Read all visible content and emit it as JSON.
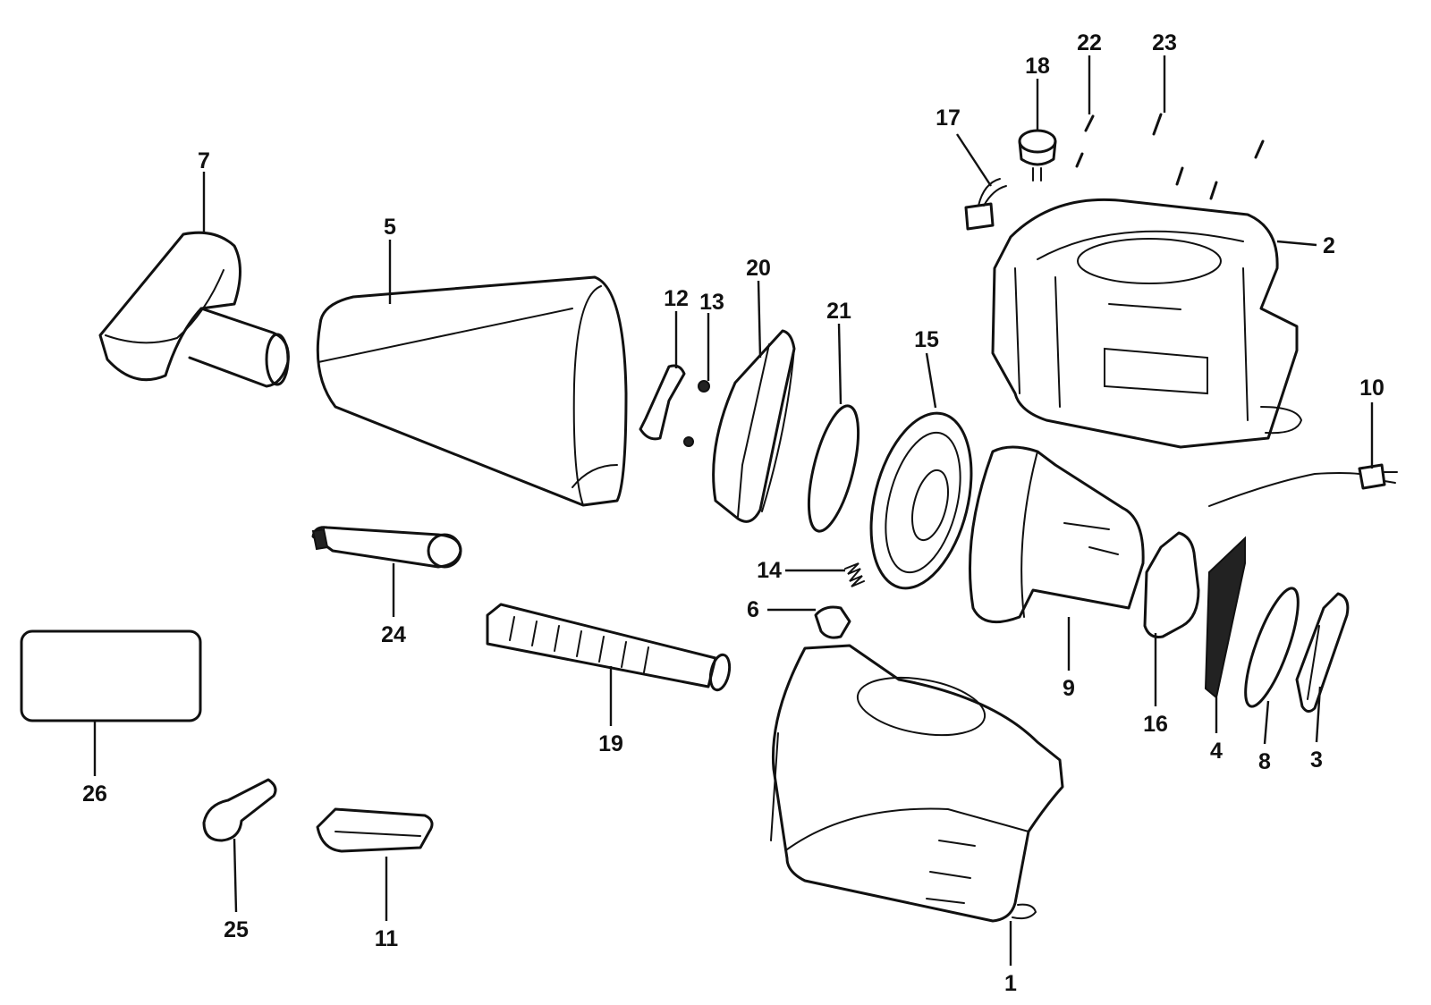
{
  "labels": {
    "p1": "1",
    "p2": "2",
    "p3": "3",
    "p4": "4",
    "p5": "5",
    "p6": "6",
    "p7": "7",
    "p8": "8",
    "p9": "9",
    "p10": "10",
    "p11": "11",
    "p12": "12",
    "p13": "13",
    "p14": "14",
    "p15": "15",
    "p16": "16",
    "p17": "17",
    "p18": "18",
    "p19": "19",
    "p20": "20",
    "p21": "21",
    "p22": "22",
    "p23": "23",
    "p24": "24",
    "p25": "25",
    "p26": "26"
  }
}
